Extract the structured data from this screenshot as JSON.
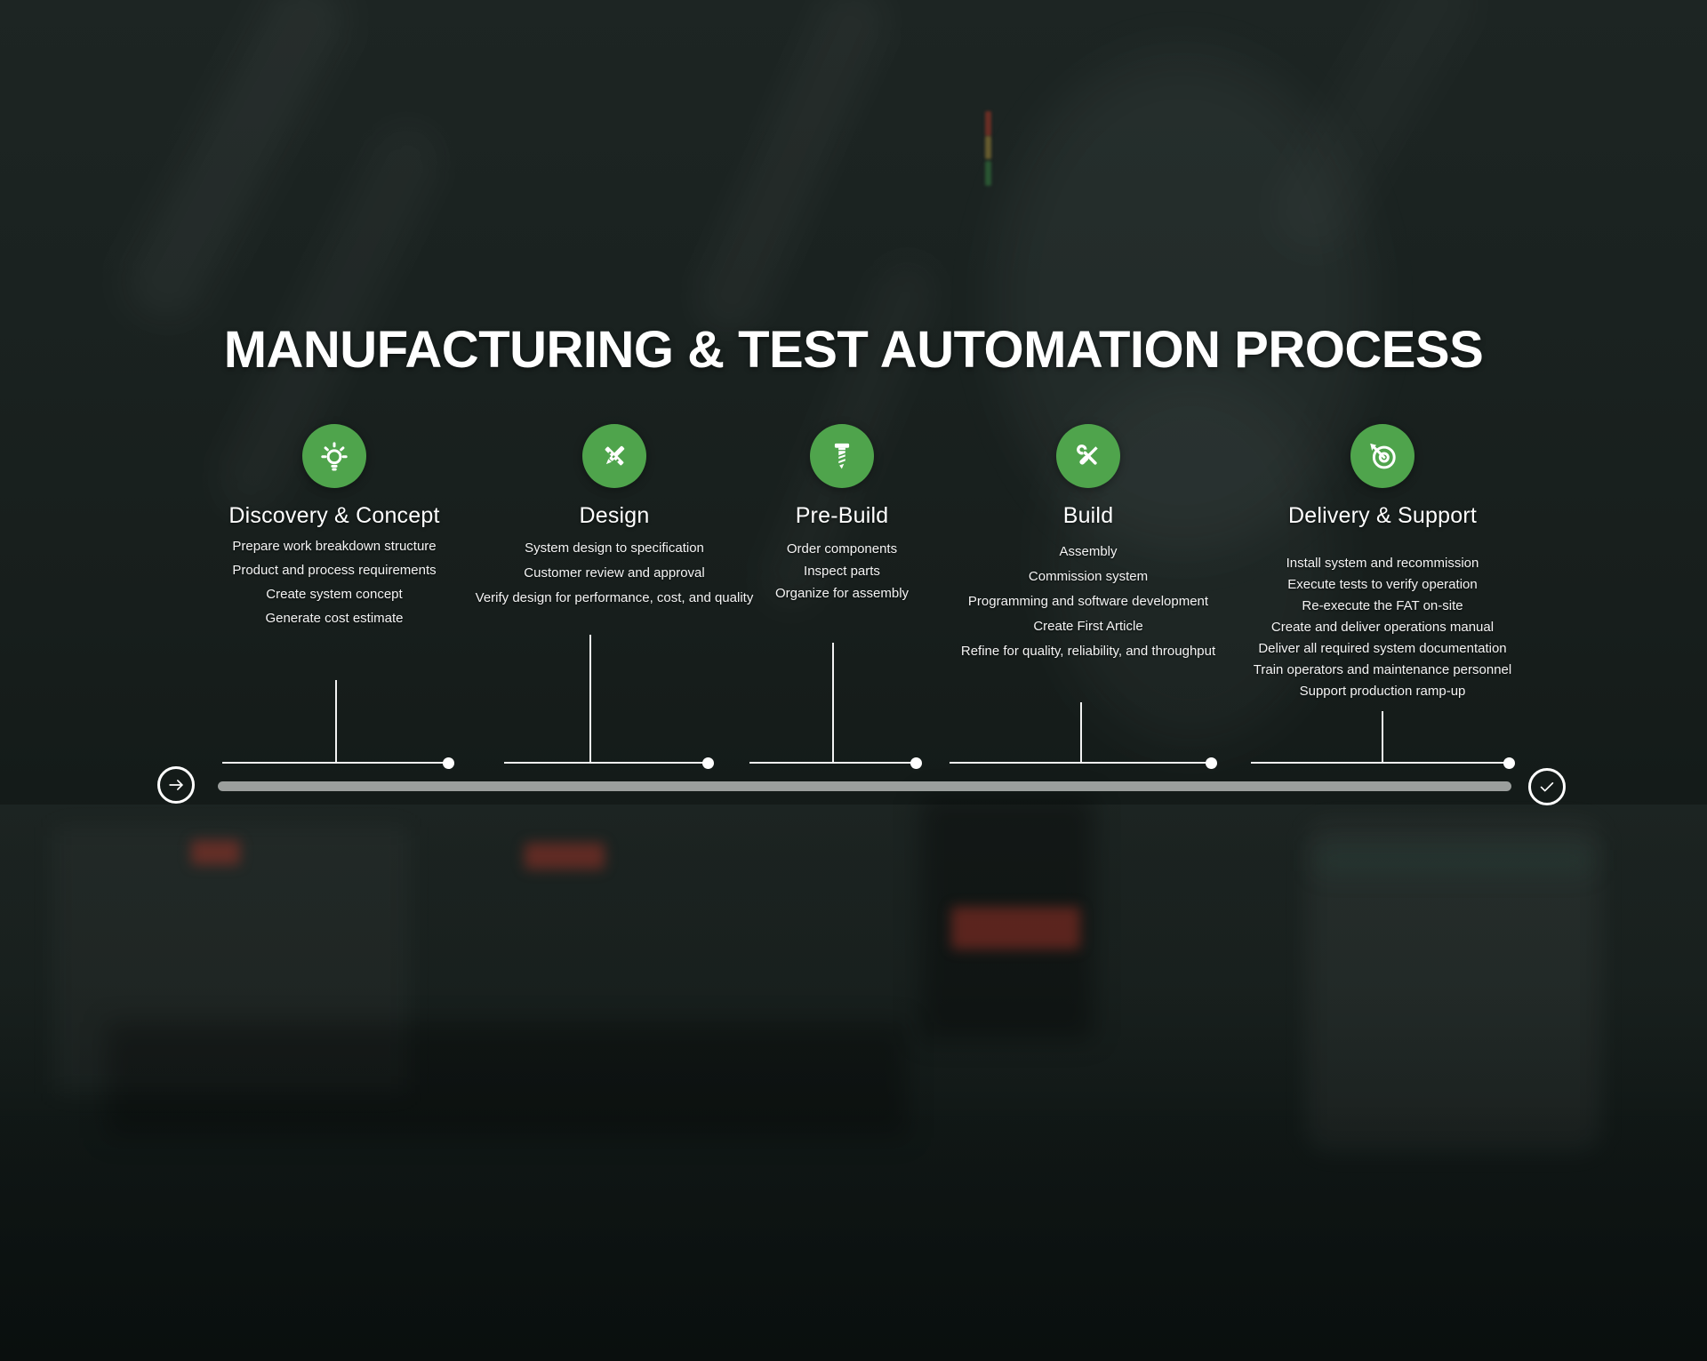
{
  "title": "MANUFACTURING & TEST AUTOMATION PROCESS",
  "colors": {
    "accent_green": "#4fa44c",
    "timeline_gray": "#9b9f9d",
    "background": "#161d1b",
    "text": "#ffffff"
  },
  "timeline": {
    "start_icon": "arrow-right-icon",
    "end_icon": "check-icon"
  },
  "stages": [
    {
      "title": "Discovery & Concept",
      "icon": "lightbulb-icon",
      "bullets": [
        "Prepare work breakdown structure",
        "Product and process requirements",
        "Create system concept",
        "Generate cost estimate"
      ]
    },
    {
      "title": "Design",
      "icon": "pencil-ruler-icon",
      "bullets": [
        "System design to specification",
        "Customer review and approval",
        "Verify design for performance, cost, and quality"
      ]
    },
    {
      "title": "Pre-Build",
      "icon": "screw-icon",
      "bullets": [
        "Order components",
        "Inspect parts",
        "Organize for assembly"
      ]
    },
    {
      "title": "Build",
      "icon": "wrench-screwdriver-icon",
      "bullets": [
        "Assembly",
        "Commission system",
        "Programming and software development",
        "Create First Article",
        "Refine for quality, reliability, and throughput"
      ]
    },
    {
      "title": "Delivery & Support",
      "icon": "target-arrow-icon",
      "bullets": [
        "Install system and recommission",
        "Execute tests to verify operation",
        "Re-execute the FAT on-site",
        "Create and deliver operations manual",
        "Deliver all required system documentation",
        "Train operators and maintenance personnel",
        "Support production ramp-up"
      ]
    }
  ]
}
